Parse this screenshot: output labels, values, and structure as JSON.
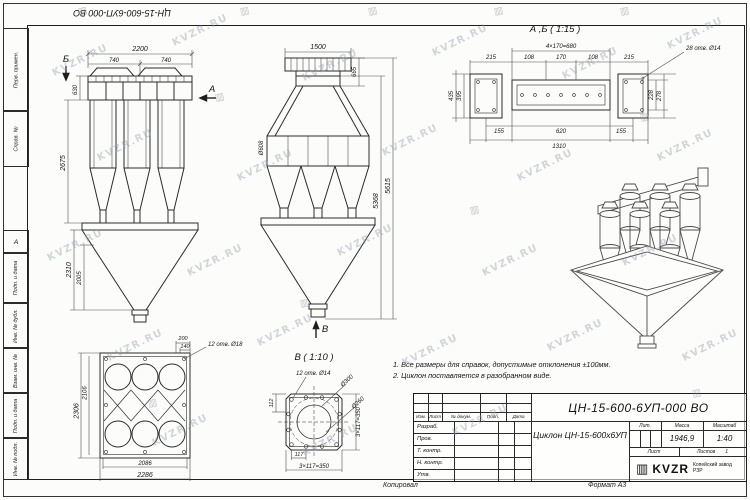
{
  "sheet": {
    "designation_top": "ЦН-15-600-6УП-000 ВО",
    "copied": "Копировал",
    "format": "Формат А3",
    "zone": "А"
  },
  "watermark": {
    "text": "KVZR.RU",
    "logo": "▥"
  },
  "frame": {
    "perv": "Перв. примен.",
    "sprav": "Справ. №",
    "podp1": "Подп. и дата",
    "dubl": "Инв. № дубл.",
    "vzam": "Взам. инв. №",
    "podp2": "Подп. и дата",
    "podl": "Инв. № подл."
  },
  "notes": {
    "n1": "1. Все размеры для справок, допустимые отклонения ±100мм.",
    "n2": "2. Циклон поставляется в разобранном виде."
  },
  "front": {
    "sec_a": "А",
    "sec_b": "Б",
    "d2200": "2200",
    "d740a": "740",
    "d740b": "740",
    "d630": "630",
    "d2675": "2675",
    "d2310": "2310",
    "d2005": "2005"
  },
  "side": {
    "sec_v": "В",
    "d1500": "1500",
    "d665": "665",
    "d608": "Ø608",
    "d5615": "5615",
    "d5368": "5368"
  },
  "sec_ab": {
    "title": "А ,Б ( 1:15 )",
    "holes": "28 отв. Ø14",
    "d215a": "215",
    "d108a": "108",
    "d170": "170",
    "d108b": "108",
    "d215b": "215",
    "dtop": "4×170=680",
    "d395": "395",
    "d435": "435",
    "d155a": "155",
    "d620": "620",
    "d155b": "155",
    "d1310": "1310",
    "d228": "228",
    "d278": "278"
  },
  "plan": {
    "holes": "12 отв. Ø18",
    "d200": "200",
    "d140": "140",
    "d2306": "2306",
    "d2106": "2106",
    "d2086": "2086",
    "d2286": "2286"
  },
  "flange": {
    "title": "В ( 1:10 )",
    "holes": "12 отв. Ø14",
    "d112": "112",
    "d117": "117",
    "dtot1": "3×117=350",
    "dtot2": "3×117=350",
    "d300": "Ø300",
    "d260": "Ø260"
  },
  "tb": {
    "designation": "ЦН-15-600-6УП-000 ВО",
    "name": "Циклон ЦН-15-600х6УП",
    "izm": "Изм.",
    "list_col": "Лист",
    "doc": "№ докум.",
    "podp": "Подп.",
    "data": "Дата",
    "razrab": "Разраб.",
    "prov": "Пров.",
    "tkontr": "Т. контр.",
    "nkontr": "Н. контр.",
    "utv": "Утв.",
    "lit": "Лит.",
    "massa": "Масса",
    "masshtab": "Масштаб",
    "massa_val": "1946,9",
    "scale_val": "1:40",
    "list_lbl": "Лист",
    "listov_lbl": "Листов",
    "listov_val": "1",
    "logo": "KVZR",
    "company": "Копейский завод РЗР"
  }
}
